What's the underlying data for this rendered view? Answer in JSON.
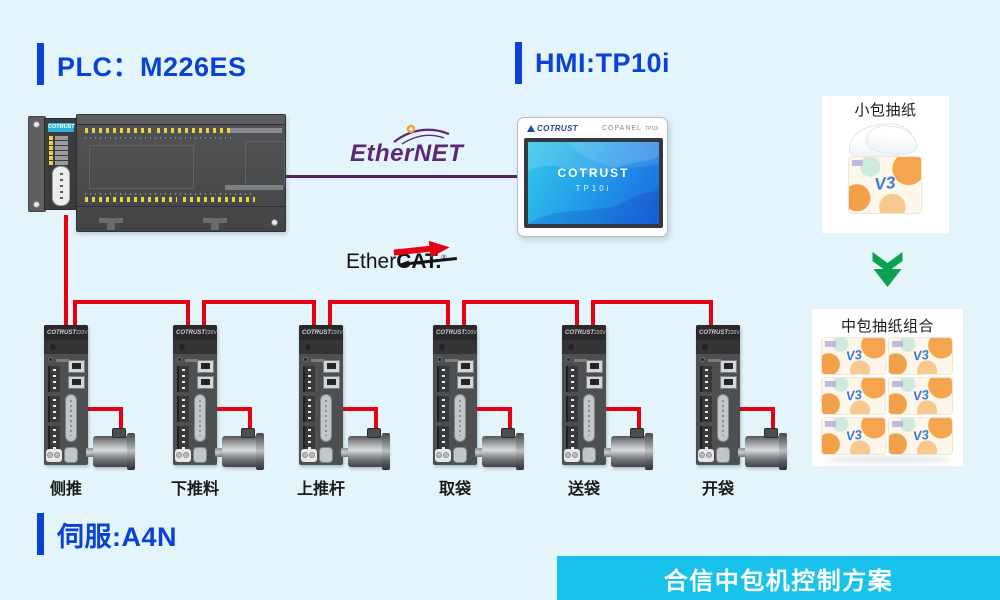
{
  "colors": {
    "bg": "#e4f4fb",
    "accent": "#0a41d6",
    "red": "#e60012",
    "purple": "#4f2163",
    "banner": "#19c2ea",
    "green": "#0aa24c"
  },
  "titles": {
    "plc": "PLC：M226ES",
    "hmi": "HMI:TP10i",
    "servo": "伺服:A4N"
  },
  "plc": {
    "brand": "COTRUST"
  },
  "hmi": {
    "brand": "COTRUST",
    "series": "COPANEL",
    "series_model": "TP10i",
    "screen_brand": "COTRUST",
    "screen_model": "TP10i"
  },
  "network": {
    "ethernet": "EtherNET",
    "ethercat_regular": "Ether",
    "ethercat_bold": "CAT.",
    "ethercat_reg": "®"
  },
  "drives": {
    "brand": "COTRUST",
    "voltage": "220V",
    "units": [
      {
        "label": "侧推"
      },
      {
        "label": "下推料"
      },
      {
        "label": "上推杆"
      },
      {
        "label": "取袋"
      },
      {
        "label": "送袋"
      },
      {
        "label": "开袋"
      }
    ]
  },
  "products": {
    "small_pack_label": "小包抽纸",
    "combo_pack_label": "中包抽纸组合",
    "logo": "V3"
  },
  "banner": {
    "label": "合信中包机控制方案"
  }
}
